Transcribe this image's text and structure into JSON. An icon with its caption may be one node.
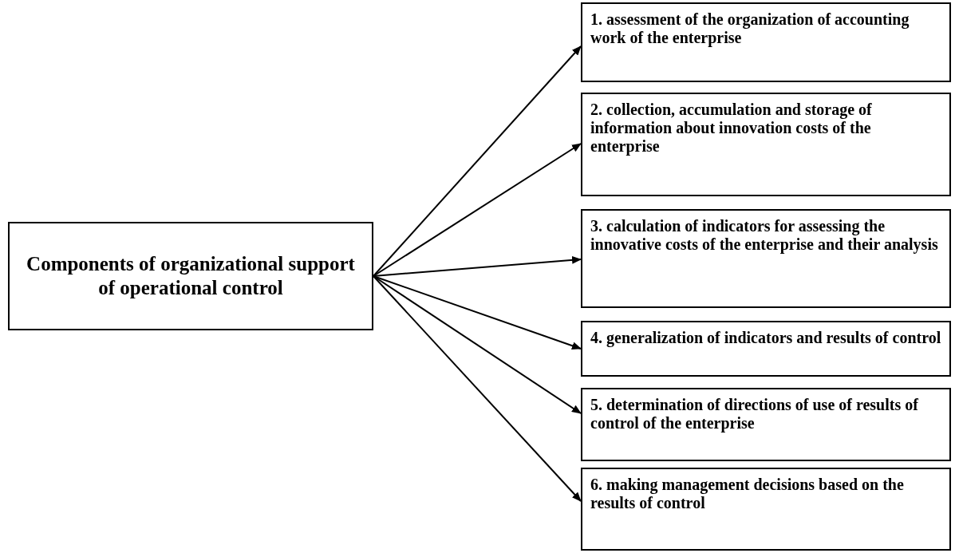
{
  "diagram": {
    "nodes": [
      {
        "text": [
          "Components of organizational support of operational control"
        ]
      },
      {
        "text": [
          "1. assessment of the organization of accounting work of the enterprise"
        ]
      },
      {
        "text": [
          "2. collection, accumulation and storage of information about innovation costs of the enterprise"
        ]
      },
      {
        "text": [
          "3. calculation of indicators for assessing the innovative costs of the enterprise and their analysis"
        ]
      },
      {
        "text": [
          "4. generalization of indicators and results of control"
        ]
      },
      {
        "text": [
          "5. determination of directions of use of results of control of the enterprise"
        ]
      },
      {
        "text": [
          "6. making management decisions based on the results of control"
        ]
      }
    ],
    "edges": [
      {
        "from": 0,
        "to": 1,
        "arrow": "to"
      },
      {
        "from": 0,
        "to": 2,
        "arrow": "to"
      },
      {
        "from": 0,
        "to": 3,
        "arrow": "to"
      },
      {
        "from": 0,
        "to": 4,
        "arrow": "to"
      },
      {
        "from": 0,
        "to": 5,
        "arrow": "to"
      },
      {
        "from": 0,
        "to": 6,
        "arrow": "to"
      }
    ]
  }
}
